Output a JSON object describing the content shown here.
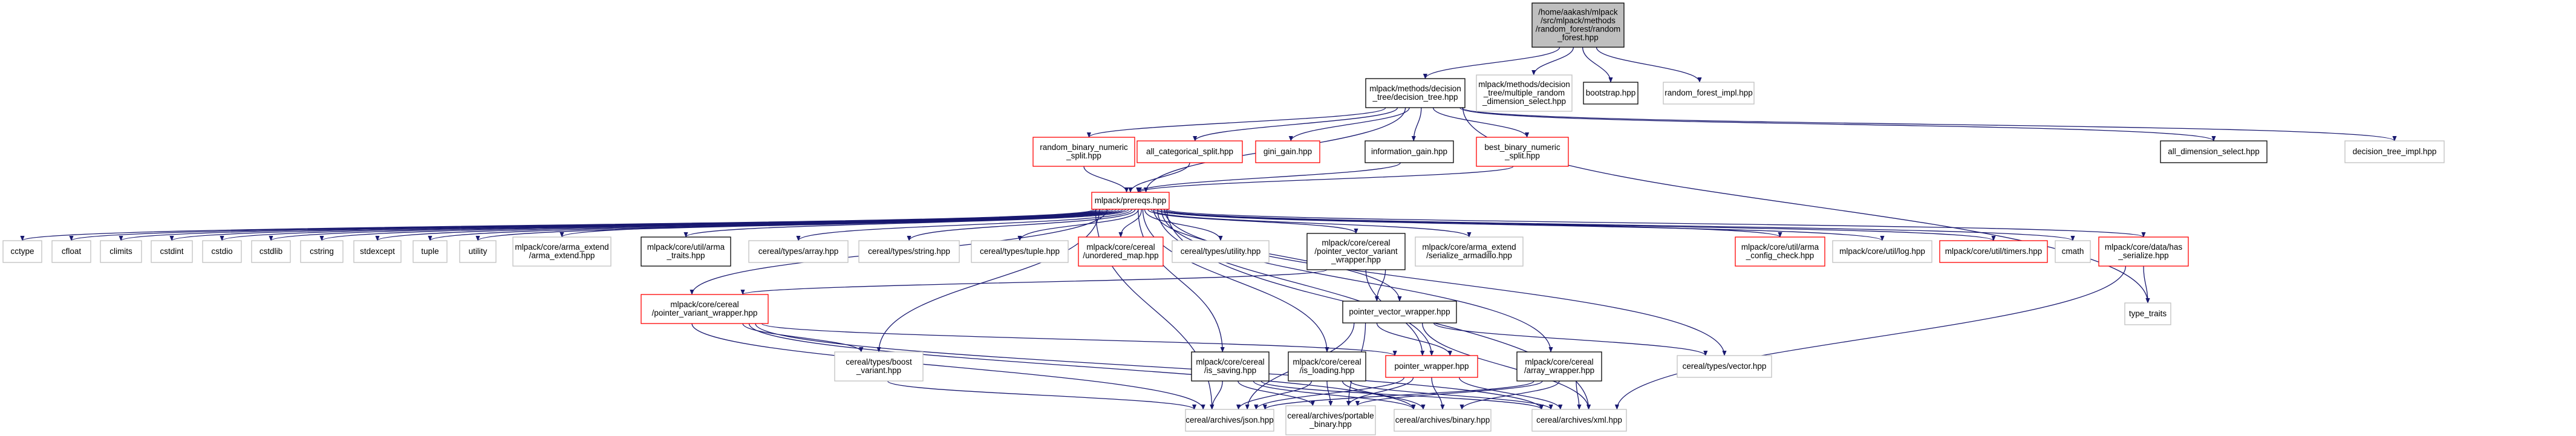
{
  "colors": {
    "edge": "#191970",
    "root_fill": "#bfbfbf",
    "box_fill": "#ffffff",
    "border_black": "#000000",
    "border_red": "#ff0000",
    "border_grey": "#bfbfbf"
  },
  "nodes": {
    "root": {
      "label": [
        "/home/aakash/mlpack",
        "/src/mlpack/methods",
        "/random_forest/random",
        "_forest.hpp"
      ],
      "style": "root"
    },
    "dt": {
      "label": [
        "mlpack/methods/decision",
        "_tree/decision_tree.hpp"
      ],
      "style": "black"
    },
    "mrds": {
      "label": [
        "mlpack/methods/decision",
        "_tree/multiple_random",
        "_dimension_select.hpp"
      ],
      "style": "grey"
    },
    "bootstrap": {
      "label": [
        "bootstrap.hpp"
      ],
      "style": "black"
    },
    "rfimpl": {
      "label": [
        "random_forest_impl.hpp"
      ],
      "style": "grey"
    },
    "rbns": {
      "label": [
        "random_binary_numeric",
        "_split.hpp"
      ],
      "style": "red"
    },
    "acs": {
      "label": [
        "all_categorical_split.hpp"
      ],
      "style": "red"
    },
    "gini": {
      "label": [
        "gini_gain.hpp"
      ],
      "style": "red"
    },
    "infogain": {
      "label": [
        "information_gain.hpp"
      ],
      "style": "black"
    },
    "bbns": {
      "label": [
        "best_binary_numeric",
        "_split.hpp"
      ],
      "style": "red"
    },
    "alldim": {
      "label": [
        "all_dimension_select.hpp"
      ],
      "style": "black"
    },
    "dtimpl": {
      "label": [
        "decision_tree_impl.hpp"
      ],
      "style": "grey"
    },
    "prereqs": {
      "label": [
        "mlpack/prereqs.hpp"
      ],
      "style": "red"
    },
    "cctype": {
      "label": [
        "cctype"
      ],
      "style": "grey"
    },
    "cfloat": {
      "label": [
        "cfloat"
      ],
      "style": "grey"
    },
    "climits": {
      "label": [
        "climits"
      ],
      "style": "grey"
    },
    "cstdint": {
      "label": [
        "cstdint"
      ],
      "style": "grey"
    },
    "cstdio": {
      "label": [
        "cstdio"
      ],
      "style": "grey"
    },
    "cstdlib": {
      "label": [
        "cstdlib"
      ],
      "style": "grey"
    },
    "cstring": {
      "label": [
        "cstring"
      ],
      "style": "grey"
    },
    "stdexcept": {
      "label": [
        "stdexcept"
      ],
      "style": "grey"
    },
    "tuple": {
      "label": [
        "tuple"
      ],
      "style": "grey"
    },
    "utility": {
      "label": [
        "utility"
      ],
      "style": "grey"
    },
    "armaext": {
      "label": [
        "mlpack/core/arma_extend",
        "/arma_extend.hpp"
      ],
      "style": "grey"
    },
    "armatraits": {
      "label": [
        "mlpack/core/util/arma",
        "_traits.hpp"
      ],
      "style": "black"
    },
    "cerealarray": {
      "label": [
        "cereal/types/array.hpp"
      ],
      "style": "grey"
    },
    "cerealstring": {
      "label": [
        "cereal/types/string.hpp"
      ],
      "style": "grey"
    },
    "cerealtuple": {
      "label": [
        "cereal/types/tuple.hpp"
      ],
      "style": "grey"
    },
    "unordmap": {
      "label": [
        "mlpack/core/cereal",
        "/unordered_map.hpp"
      ],
      "style": "red"
    },
    "cerealutil": {
      "label": [
        "cereal/types/utility.hpp"
      ],
      "style": "grey"
    },
    "pvvw": {
      "label": [
        "mlpack/core/cereal",
        "/pointer_vector_variant",
        "_wrapper.hpp"
      ],
      "style": "black"
    },
    "sermat": {
      "label": [
        "mlpack/core/arma_extend",
        "/serialize_armadillo.hpp"
      ],
      "style": "grey"
    },
    "armacfg": {
      "label": [
        "mlpack/core/util/arma",
        "_config_check.hpp"
      ],
      "style": "red"
    },
    "log": {
      "label": [
        "mlpack/core/util/log.hpp"
      ],
      "style": "grey"
    },
    "timers": {
      "label": [
        "mlpack/core/util/timers.hpp"
      ],
      "style": "red"
    },
    "cmath": {
      "label": [
        "cmath"
      ],
      "style": "grey"
    },
    "hasser": {
      "label": [
        "mlpack/core/data/has",
        "_serialize.hpp"
      ],
      "style": "red"
    },
    "typetraits": {
      "label": [
        "type_traits"
      ],
      "style": "grey"
    },
    "pvw": {
      "label": [
        "mlpack/core/cereal",
        "/pointer_variant_wrapper.hpp"
      ],
      "style": "red"
    },
    "pvecw": {
      "label": [
        "pointer_vector_wrapper.hpp"
      ],
      "style": "black"
    },
    "boostvar": {
      "label": [
        "cereal/types/boost",
        "_variant.hpp"
      ],
      "style": "grey"
    },
    "issaving": {
      "label": [
        "mlpack/core/cereal",
        "/is_saving.hpp"
      ],
      "style": "black"
    },
    "isloading": {
      "label": [
        "mlpack/core/cereal",
        "/is_loading.hpp"
      ],
      "style": "black"
    },
    "ptrwrap": {
      "label": [
        "pointer_wrapper.hpp"
      ],
      "style": "red"
    },
    "arraywrap": {
      "label": [
        "mlpack/core/cereal",
        "/array_wrapper.hpp"
      ],
      "style": "black"
    },
    "cerealvector": {
      "label": [
        "cereal/types/vector.hpp"
      ],
      "style": "grey"
    },
    "json": {
      "label": [
        "cereal/archives/json.hpp"
      ],
      "style": "grey"
    },
    "portbin": {
      "label": [
        "cereal/archives/portable",
        "_binary.hpp"
      ],
      "style": "grey"
    },
    "binary": {
      "label": [
        "cereal/archives/binary.hpp"
      ],
      "style": "grey"
    },
    "xml": {
      "label": [
        "cereal/archives/xml.hpp"
      ],
      "style": "grey"
    }
  }
}
